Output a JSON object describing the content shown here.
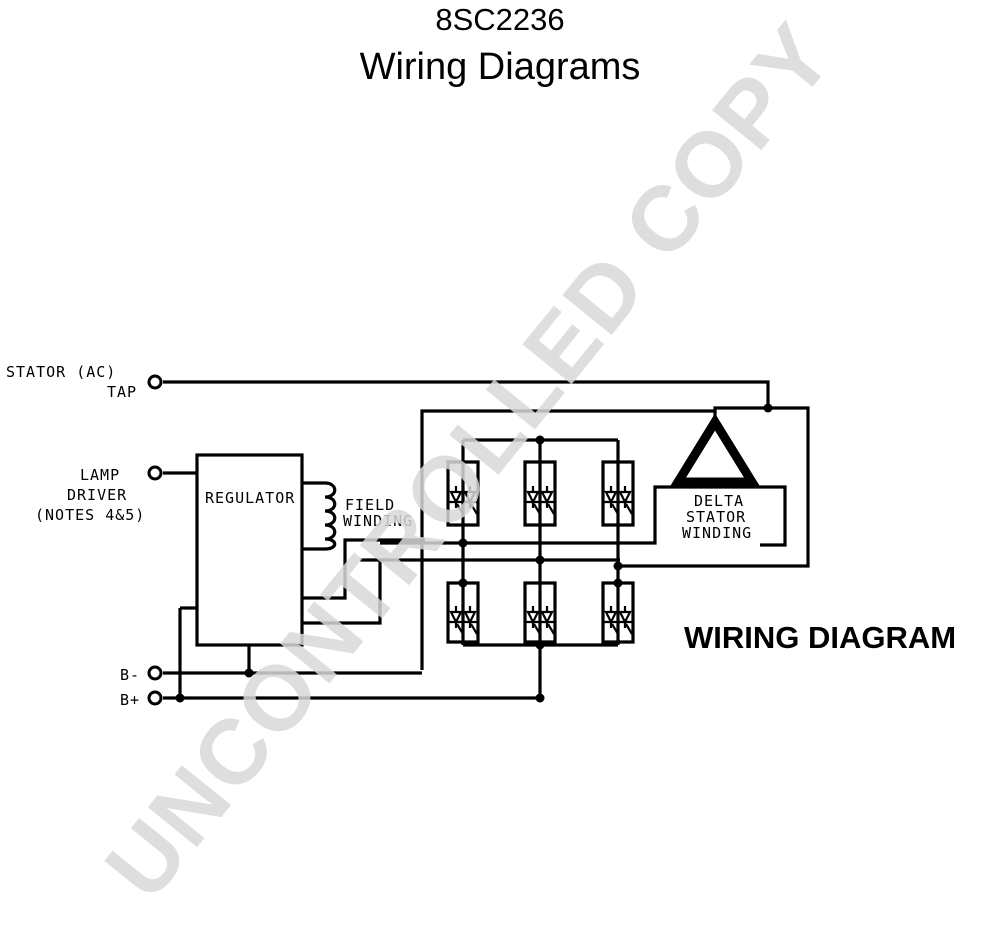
{
  "header": {
    "code": "8SC2236",
    "title": "Wiring Diagrams"
  },
  "diagram": {
    "terminals": {
      "stator_line1": "STATOR (AC)",
      "stator_line2": "TAP",
      "lamp_line1": "LAMP",
      "lamp_line2": "DRIVER",
      "lamp_line3": "(NOTES 4&5)",
      "b_minus": "B-",
      "b_plus": "B+"
    },
    "regulator": "REGULATOR",
    "field_line1": "FIELD",
    "field_line2": "WINDING",
    "delta_line1": "DELTA",
    "delta_line2": "STATOR",
    "delta_line3": "WINDING",
    "caption": "WIRING DIAGRAM"
  },
  "watermark": {
    "text": "UNCONTROLLED COPY",
    "color": "#d9d9d9"
  }
}
